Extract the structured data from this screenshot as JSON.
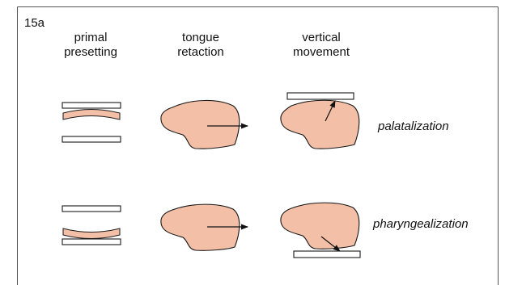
{
  "figure": {
    "id": "15a",
    "columns": [
      {
        "line1": "primal",
        "line2": "presetting"
      },
      {
        "line1": "tongue",
        "line2": "retaction"
      },
      {
        "line1": "vertical",
        "line2": "movement"
      }
    ],
    "rows": [
      {
        "label": "palatalization"
      },
      {
        "label": "pharyngealization"
      }
    ]
  },
  "colors": {
    "tongue_fill": "#f3bfa6",
    "outline": "#1a1a1a",
    "frame": "#555555"
  }
}
